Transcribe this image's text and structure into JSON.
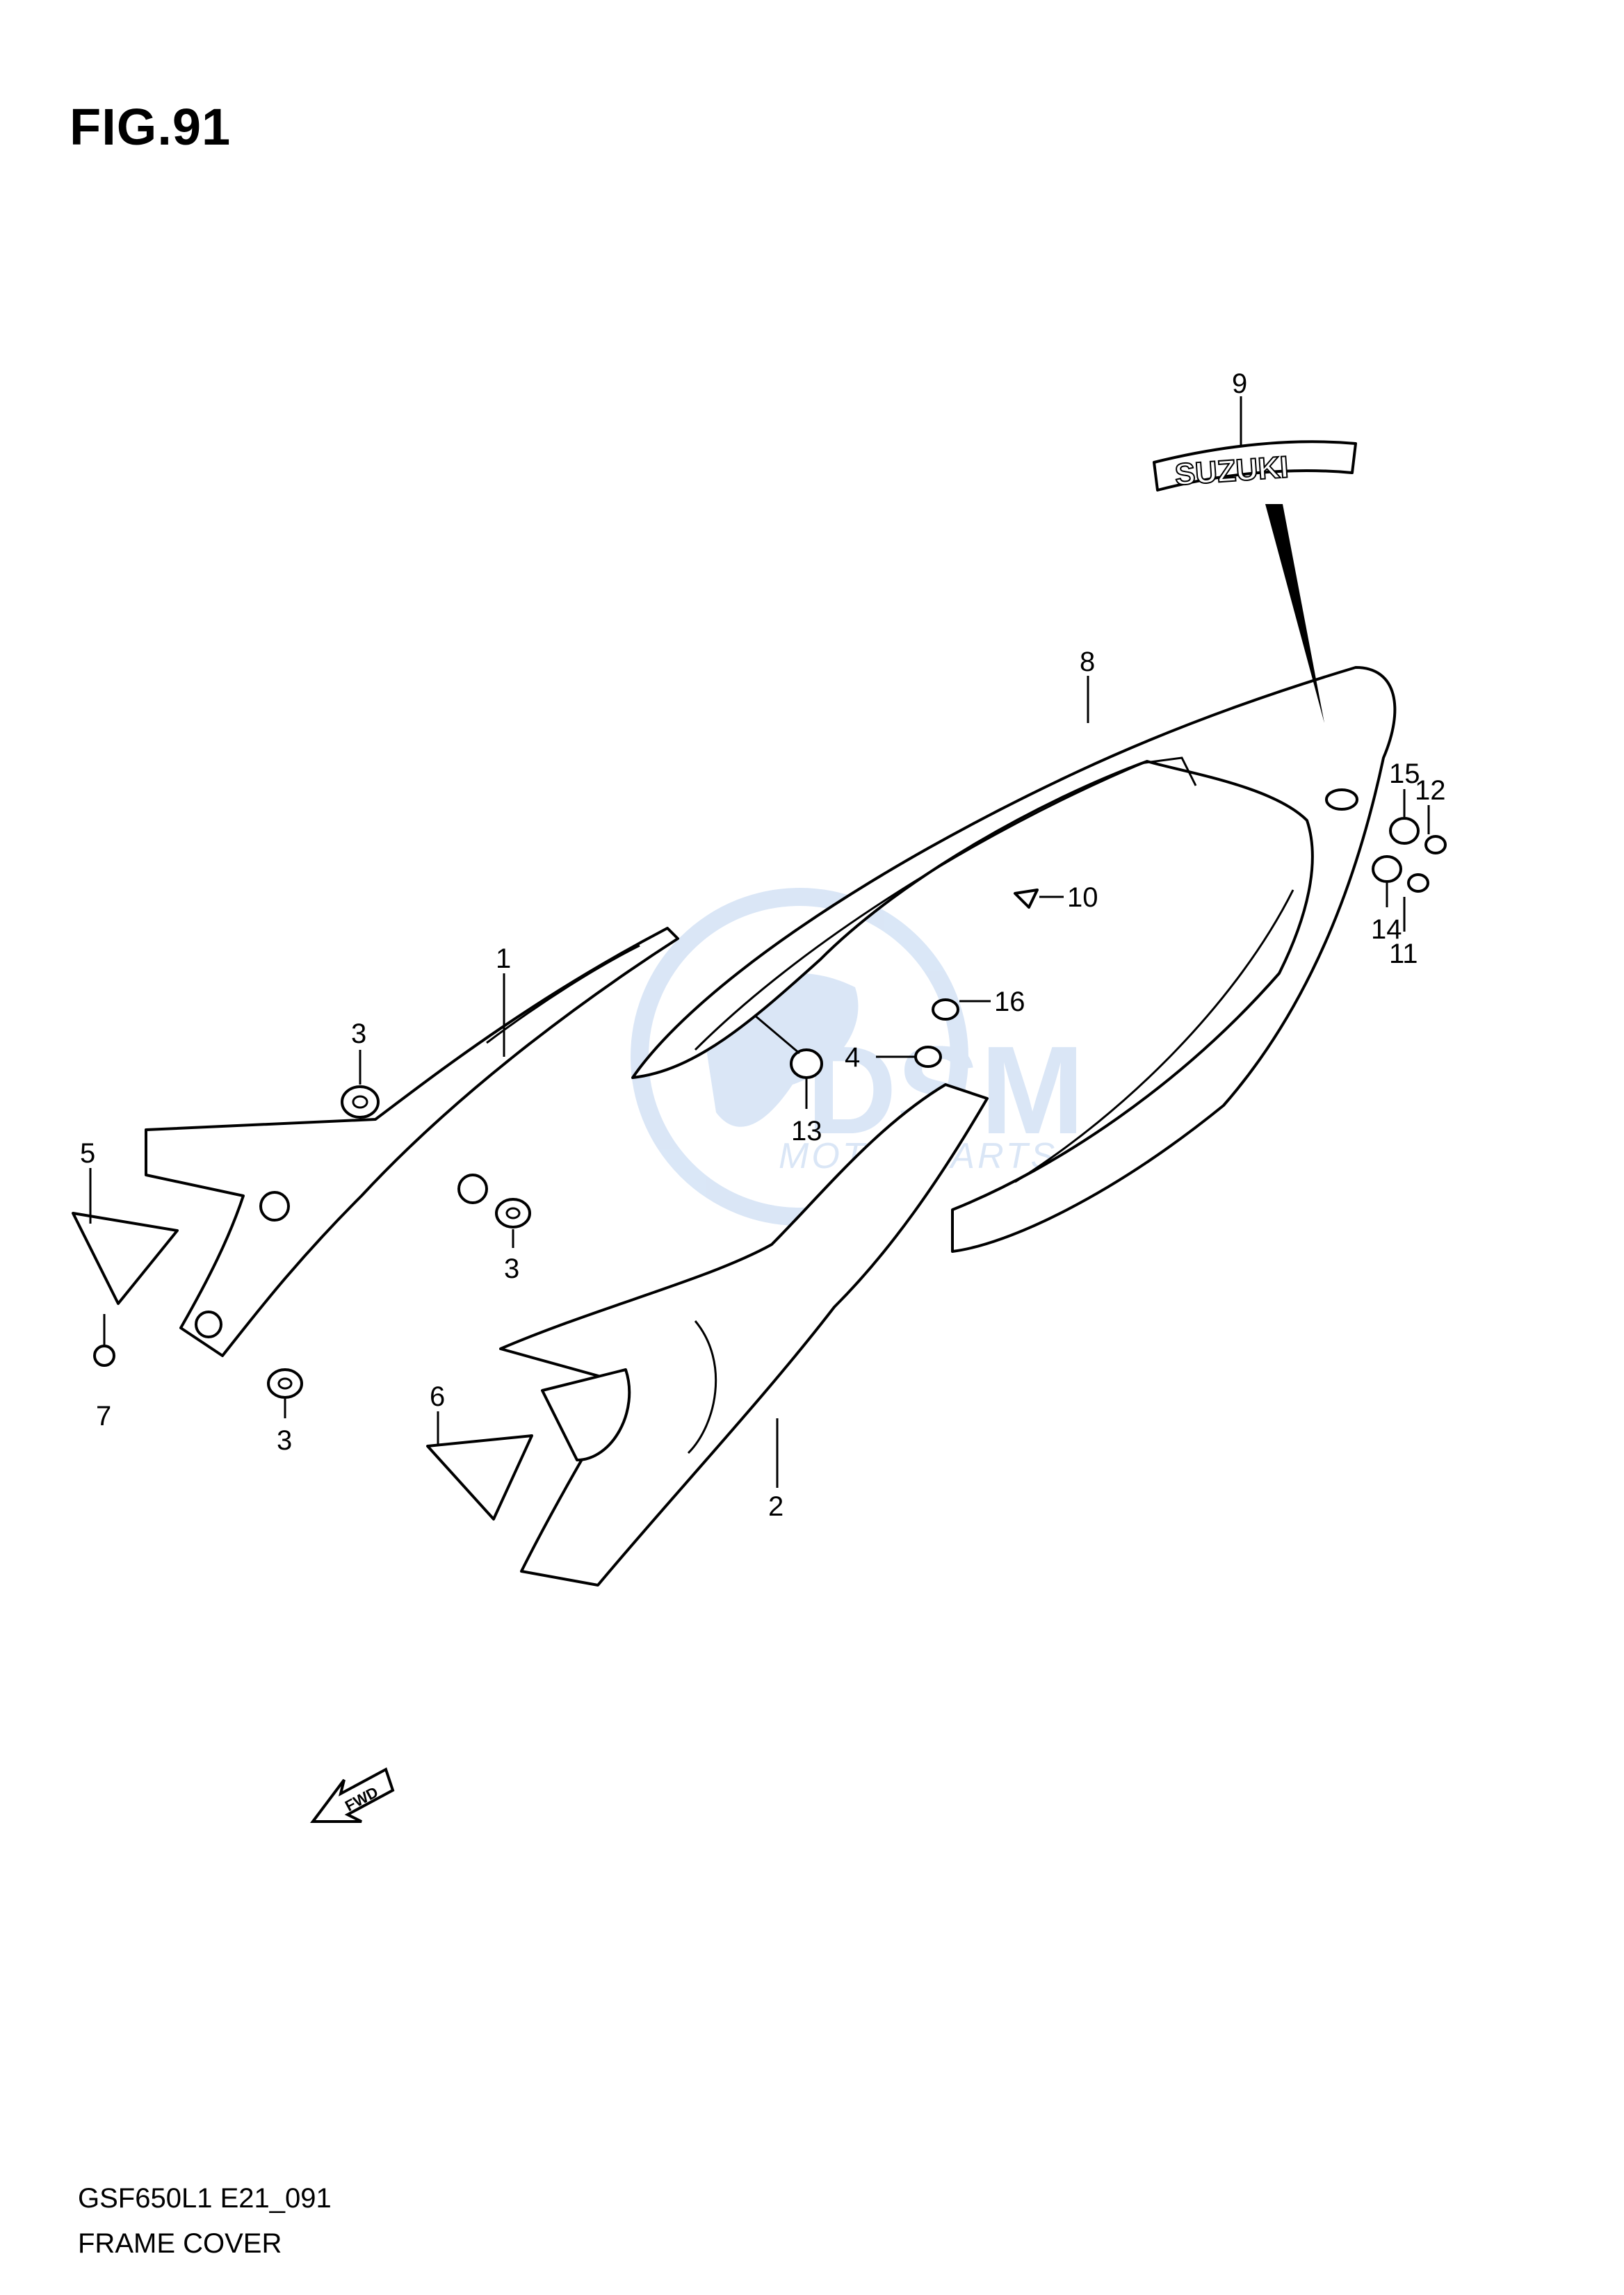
{
  "figure": {
    "title": "FIG.91",
    "model_code": "GSF650L1  E21_091",
    "caption": "FRAME COVER"
  },
  "emblem": {
    "text": "SUZUKI"
  },
  "fwd_arrow": {
    "text": "FWD"
  },
  "watermark": {
    "brand": "DSM",
    "sub": "MOTORPARTS"
  },
  "callouts": {
    "c1": "1",
    "c2": "2",
    "c3a": "3",
    "c3b": "3",
    "c3c": "3",
    "c4": "4",
    "c5": "5",
    "c6": "6",
    "c7": "7",
    "c8": "8",
    "c9": "9",
    "c10": "10",
    "c11": "11",
    "c12": "12",
    "c13": "13",
    "c14": "14",
    "c15": "15",
    "c16": "16"
  },
  "colors": {
    "line": "#000000",
    "background": "#ffffff",
    "watermark": "#bcd3f0"
  }
}
